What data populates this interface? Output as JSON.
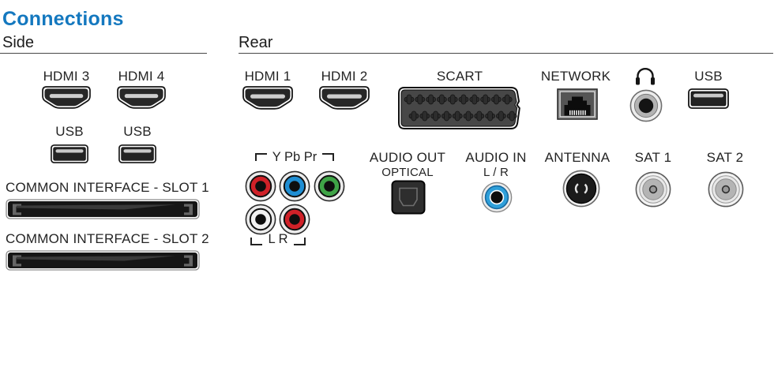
{
  "page": {
    "title": "Connections"
  },
  "colors": {
    "accent": "#1478bf",
    "text": "#242424",
    "component_red": "#d02128",
    "component_blue": "#1f8ed3",
    "component_green": "#3fa447",
    "rca_white": "#f2f2f2",
    "audio_in_blue": "#2f9fd9"
  },
  "side": {
    "heading": "Side",
    "hdmi3_label": "HDMI 3",
    "hdmi4_label": "HDMI 4",
    "usb_left_label": "USB",
    "usb_right_label": "USB",
    "ci_slot1_label": "COMMON INTERFACE - SLOT 1",
    "ci_slot2_label": "COMMON INTERFACE - SLOT 2"
  },
  "rear": {
    "heading": "Rear",
    "hdmi1_label": "HDMI 1",
    "hdmi2_label": "HDMI 2",
    "scart_label": "SCART",
    "network_label": "NETWORK",
    "headphones_icon": "headphones-icon",
    "usb_label": "USB",
    "component_video_label": "Y Pb Pr",
    "component_audio_label": "L R",
    "audio_out_label": "AUDIO OUT",
    "audio_out_type_label": "OPTICAL",
    "audio_in_label": "AUDIO IN",
    "audio_in_type_label": "L / R",
    "antenna_label": "ANTENNA",
    "sat1_label": "SAT 1",
    "sat2_label": "SAT 2"
  }
}
